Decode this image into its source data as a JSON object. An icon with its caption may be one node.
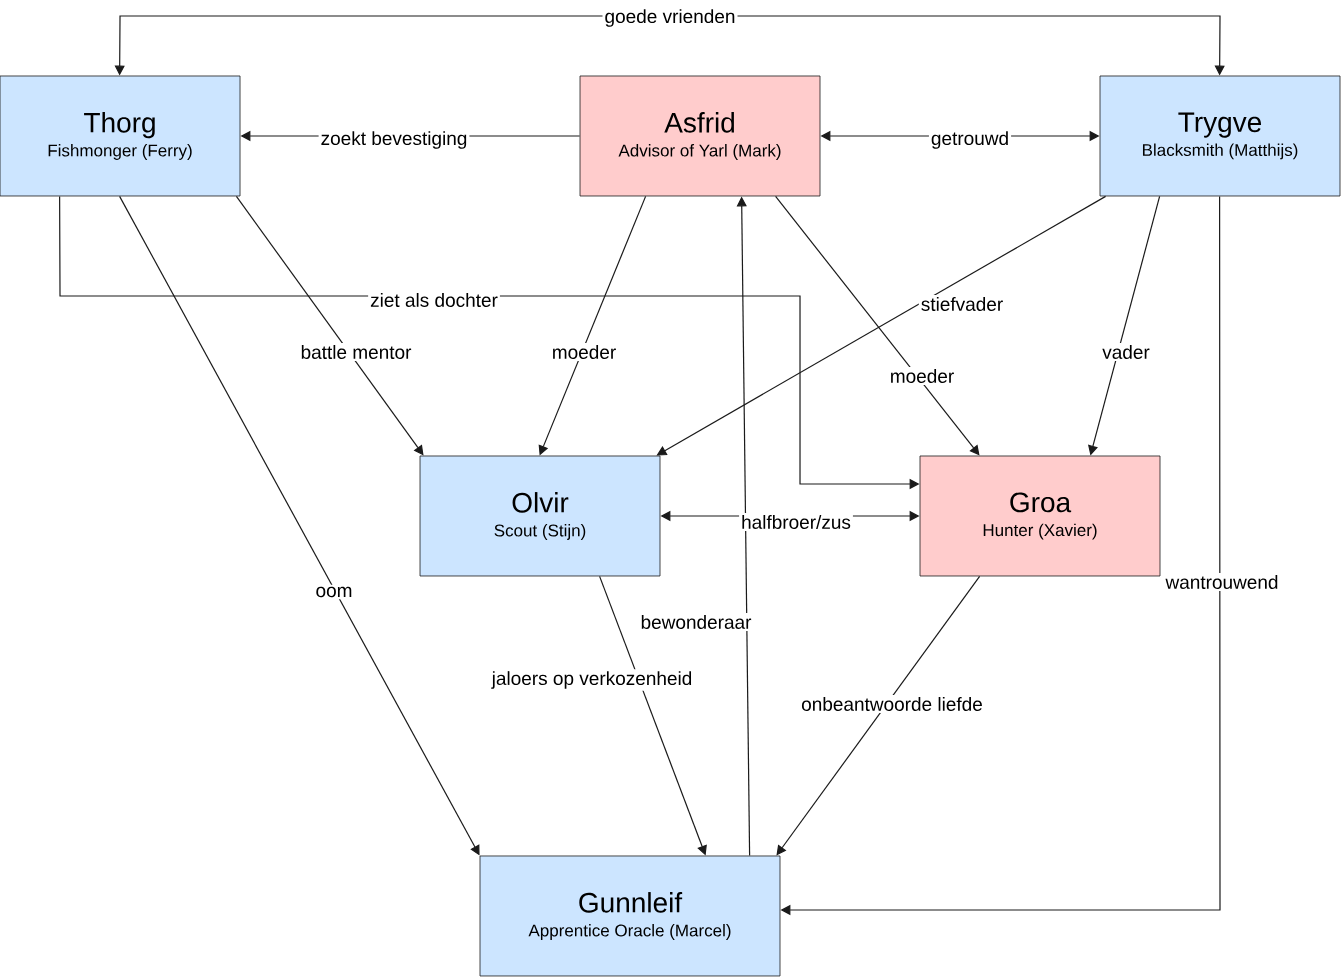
{
  "diagram": {
    "nodes": [
      {
        "text": [
          "Thorg",
          "Fishmonger (Ferry)"
        ]
      },
      {
        "text": [
          "Asfrid",
          "Advisor of Yarl (Mark)"
        ]
      },
      {
        "text": [
          "Trygve",
          "Blacksmith (Matthijs)"
        ]
      },
      {
        "text": [
          "Olvir",
          "Scout (Stijn)"
        ]
      },
      {
        "text": [
          "Groa",
          "Hunter (Xavier)"
        ]
      },
      {
        "text": [
          "Gunnleif",
          "Apprentice Oracle (Marcel)"
        ]
      }
    ],
    "edges": [
      {
        "from": 0,
        "to": 2,
        "arrow": "both",
        "label": "goede vrienden"
      },
      {
        "from": 1,
        "to": 0,
        "arrow": "to",
        "label": "zoekt bevestiging"
      },
      {
        "from": 1,
        "to": 2,
        "arrow": "both",
        "label": "getrouwd"
      },
      {
        "from": 0,
        "to": 4,
        "arrow": "to",
        "label": "ziet als dochter"
      },
      {
        "from": 0,
        "to": 3,
        "arrow": "to",
        "label": "battle mentor"
      },
      {
        "from": 0,
        "to": 5,
        "arrow": "to",
        "label": "oom"
      },
      {
        "from": 1,
        "to": 3,
        "arrow": "to",
        "label": "moeder"
      },
      {
        "from": 1,
        "to": 4,
        "arrow": "to",
        "label": "moeder"
      },
      {
        "from": 2,
        "to": 3,
        "arrow": "to",
        "label": "stiefvader"
      },
      {
        "from": 2,
        "to": 4,
        "arrow": "to",
        "label": "vader"
      },
      {
        "from": 2,
        "to": 5,
        "arrow": "to",
        "label": "wantrouwend"
      },
      {
        "from": 3,
        "to": 4,
        "arrow": "both",
        "label": "halfbroer/zus"
      },
      {
        "from": 3,
        "to": 5,
        "arrow": "to",
        "label": "jaloers op verkozenheid"
      },
      {
        "from": 4,
        "to": 5,
        "arrow": "to",
        "label": "onbeantwoorde liefde"
      },
      {
        "from": 5,
        "to": 1,
        "arrow": "to",
        "label": "bewonderaar"
      }
    ]
  }
}
